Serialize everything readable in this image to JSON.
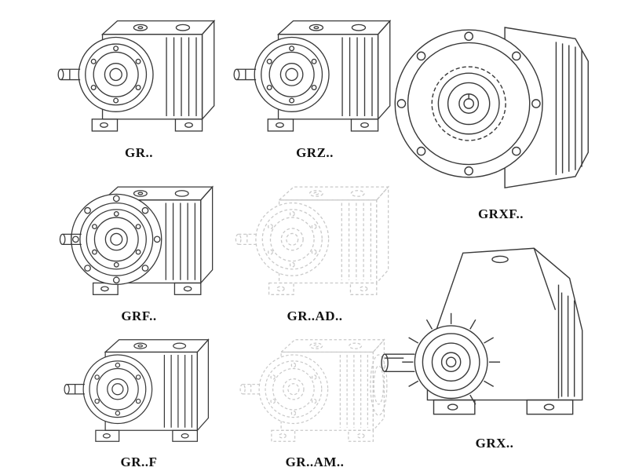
{
  "colors": {
    "background": "#ffffff",
    "line_dark": "#3a3a3a",
    "line_light": "#c9c9c9",
    "label_text": "#111111"
  },
  "items": [
    {
      "id": "gr",
      "label": "GR..",
      "tone": "dark",
      "drawing": "foot-mounted-helical-gearbox"
    },
    {
      "id": "grz",
      "label": "GRZ..",
      "tone": "dark",
      "drawing": "foot-mounted-helical-gearbox"
    },
    {
      "id": "grxf",
      "label": "GRXF..",
      "tone": "dark",
      "drawing": "flange-mounted-gearbox-front-view"
    },
    {
      "id": "grf",
      "label": "GRF..",
      "tone": "dark",
      "drawing": "flange-and-foot-mounted-gearbox"
    },
    {
      "id": "gr-ad",
      "label": "GR..AD..",
      "tone": "light",
      "drawing": "gearbox-with-input-adapter-ghosted"
    },
    {
      "id": "gr-f",
      "label": "GR..F",
      "tone": "dark",
      "drawing": "foot-mounted-helical-gearbox"
    },
    {
      "id": "gr-am",
      "label": "GR..AM..",
      "tone": "light",
      "drawing": "gearbox-with-motor-adapter-ghosted"
    },
    {
      "id": "grx",
      "label": "GRX..",
      "tone": "dark",
      "drawing": "large-foot-mounted-gearbox"
    }
  ]
}
